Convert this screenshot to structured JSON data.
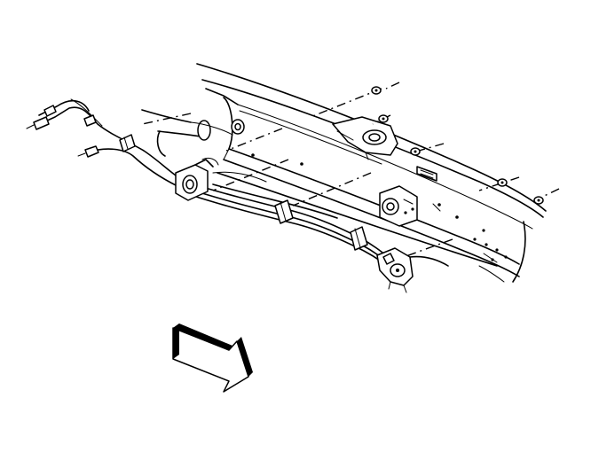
{
  "figure": {
    "subject": "frame-rail-with-brake-pipe-assembly",
    "icons": [
      "frame-rail",
      "crossmember",
      "spring-hanger",
      "brake-pipe-bundle",
      "junction-block",
      "pipe-retainer-clip",
      "mounting-bolt",
      "frame-nut",
      "direction-arrow"
    ],
    "colors": {
      "ink": "#000000",
      "paper": "#ffffff"
    }
  }
}
